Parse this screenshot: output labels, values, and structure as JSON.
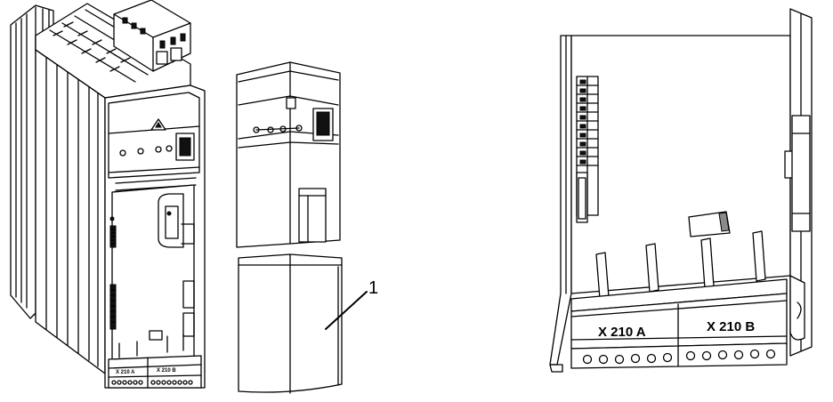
{
  "callout": {
    "number": "1"
  },
  "connectors": {
    "small_left": "X 210 A",
    "small_right": "X 210 B",
    "detail_left": "X 210 A",
    "detail_right": "X 210 B"
  },
  "colors": {
    "line": "#000000",
    "fill": "#ffffff",
    "shade": "#e6e6e6"
  }
}
